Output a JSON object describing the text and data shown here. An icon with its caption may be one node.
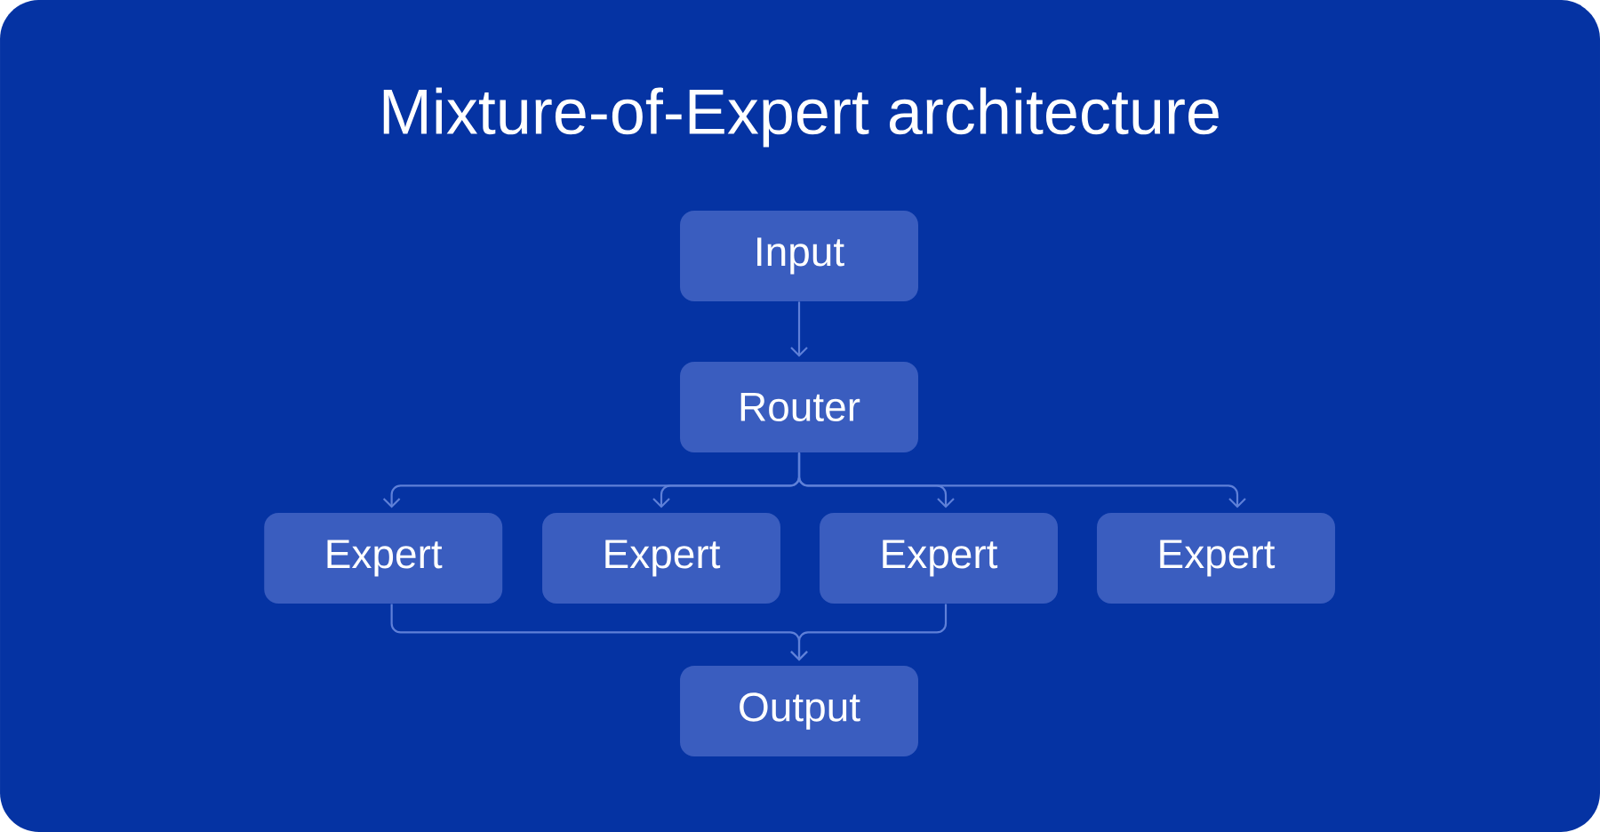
{
  "diagram": {
    "title": "Mixture-of-Expert architecture",
    "nodes": [
      {
        "text": [
          "Input"
        ]
      },
      {
        "text": [
          "Router"
        ]
      },
      {
        "text": [
          "Expert"
        ]
      },
      {
        "text": [
          "Expert"
        ]
      },
      {
        "text": [
          "Expert"
        ]
      },
      {
        "text": [
          "Expert"
        ]
      },
      {
        "text": [
          "Output"
        ]
      }
    ],
    "edges": [
      {
        "from": 0,
        "to": 1,
        "arrow": "to"
      },
      {
        "from": 1,
        "to": 2,
        "arrow": "to"
      },
      {
        "from": 1,
        "to": 3,
        "arrow": "to"
      },
      {
        "from": 1,
        "to": 4,
        "arrow": "to"
      },
      {
        "from": 1,
        "to": 5,
        "arrow": "to"
      },
      {
        "from": 2,
        "to": 6,
        "arrow": "to"
      },
      {
        "from": 4,
        "to": 6,
        "arrow": "to"
      }
    ]
  }
}
